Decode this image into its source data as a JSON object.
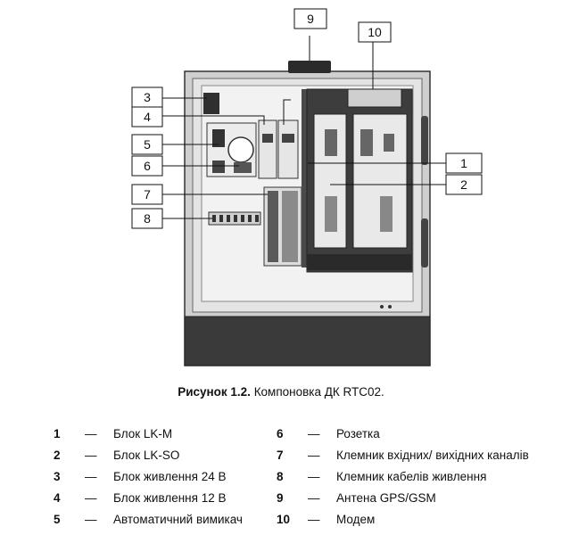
{
  "callouts": [
    "9",
    "10",
    "3",
    "4",
    "5",
    "6",
    "7",
    "8",
    "1",
    "2"
  ],
  "caption": {
    "bold": "Рисунок 1.2.",
    "text": " Компоновка ДК RTC02."
  },
  "dash": "—",
  "legend_left": [
    {
      "num": "1",
      "label": "Блок LK-M"
    },
    {
      "num": "2",
      "label": "Блок LK-SO"
    },
    {
      "num": "3",
      "label": "Блок живлення 24 В"
    },
    {
      "num": "4",
      "label": "Блок живлення 12 В"
    },
    {
      "num": "5",
      "label": "Автоматичний вимикач"
    }
  ],
  "legend_right": [
    {
      "num": "6",
      "label": "Розетка"
    },
    {
      "num": "7",
      "label": "Клемник вхідних/ вихідних каналів"
    },
    {
      "num": "8",
      "label": "Клемник кабелів живлення"
    },
    {
      "num": "9",
      "label": "Антена GPS/GSM"
    },
    {
      "num": "10",
      "label": "Модем"
    }
  ]
}
